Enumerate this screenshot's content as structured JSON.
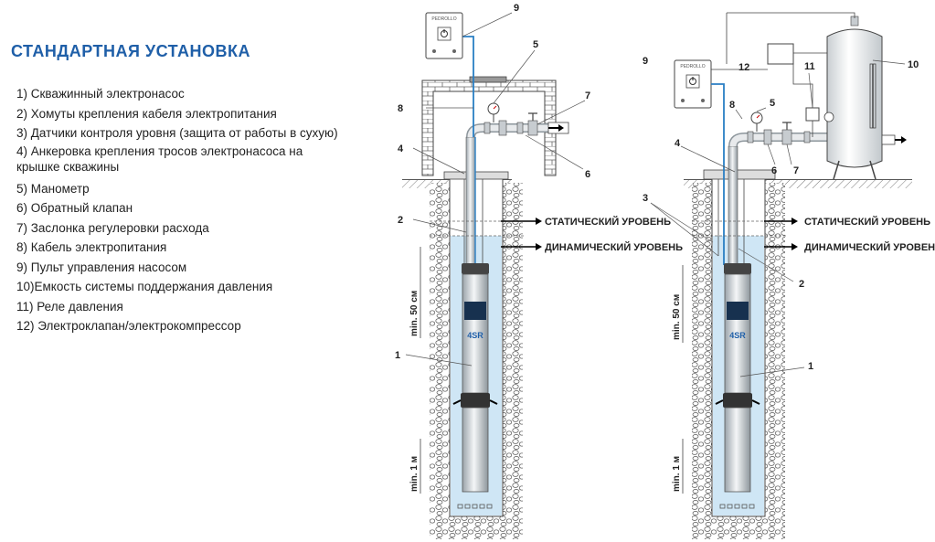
{
  "title": "СТАНДАРТНАЯ  УСТАНОВКА",
  "legend": [
    "1)  Скважинный электронасос",
    "2)  Хомуты крепления кабеля электропитания",
    "3)  Датчики контроля уровня (защита от работы в сухую)",
    "4)  Анкеровка крепления тросов электронасоса на",
    "      крышке скважины",
    "5)  Манометр",
    "6)  Обратный клапан",
    "7)  Заслонка регулеровки расхода",
    "8)  Кабель электропитания",
    "9)  Пульт управления насосом",
    "10)Емкость системы поддержания давления",
    "11) Реле давления",
    "12) Электроклапан/электрокомпрессор"
  ],
  "levels": {
    "static": "СТАТИЧЕСКИЙ УРОВЕНЬ",
    "dynamic": "ДИНАМИЧЕСКИЙ УРОВЕНЬ"
  },
  "dims": {
    "min50": "min. 50 см",
    "min1m": "min. 1 м"
  },
  "pump_model": "4SR",
  "brand": "PEDROLLO",
  "colors": {
    "title": "#1f5fa8",
    "water": "#cfe6f5",
    "pipe": "#dfe3e6",
    "cable": "#2a7fc4"
  },
  "callouts": {
    "n1": "1",
    "n2": "2",
    "n3": "3",
    "n4": "4",
    "n5": "5",
    "n6": "6",
    "n7": "7",
    "n8": "8",
    "n9": "9",
    "n10": "10",
    "n11": "11",
    "n12": "12"
  }
}
